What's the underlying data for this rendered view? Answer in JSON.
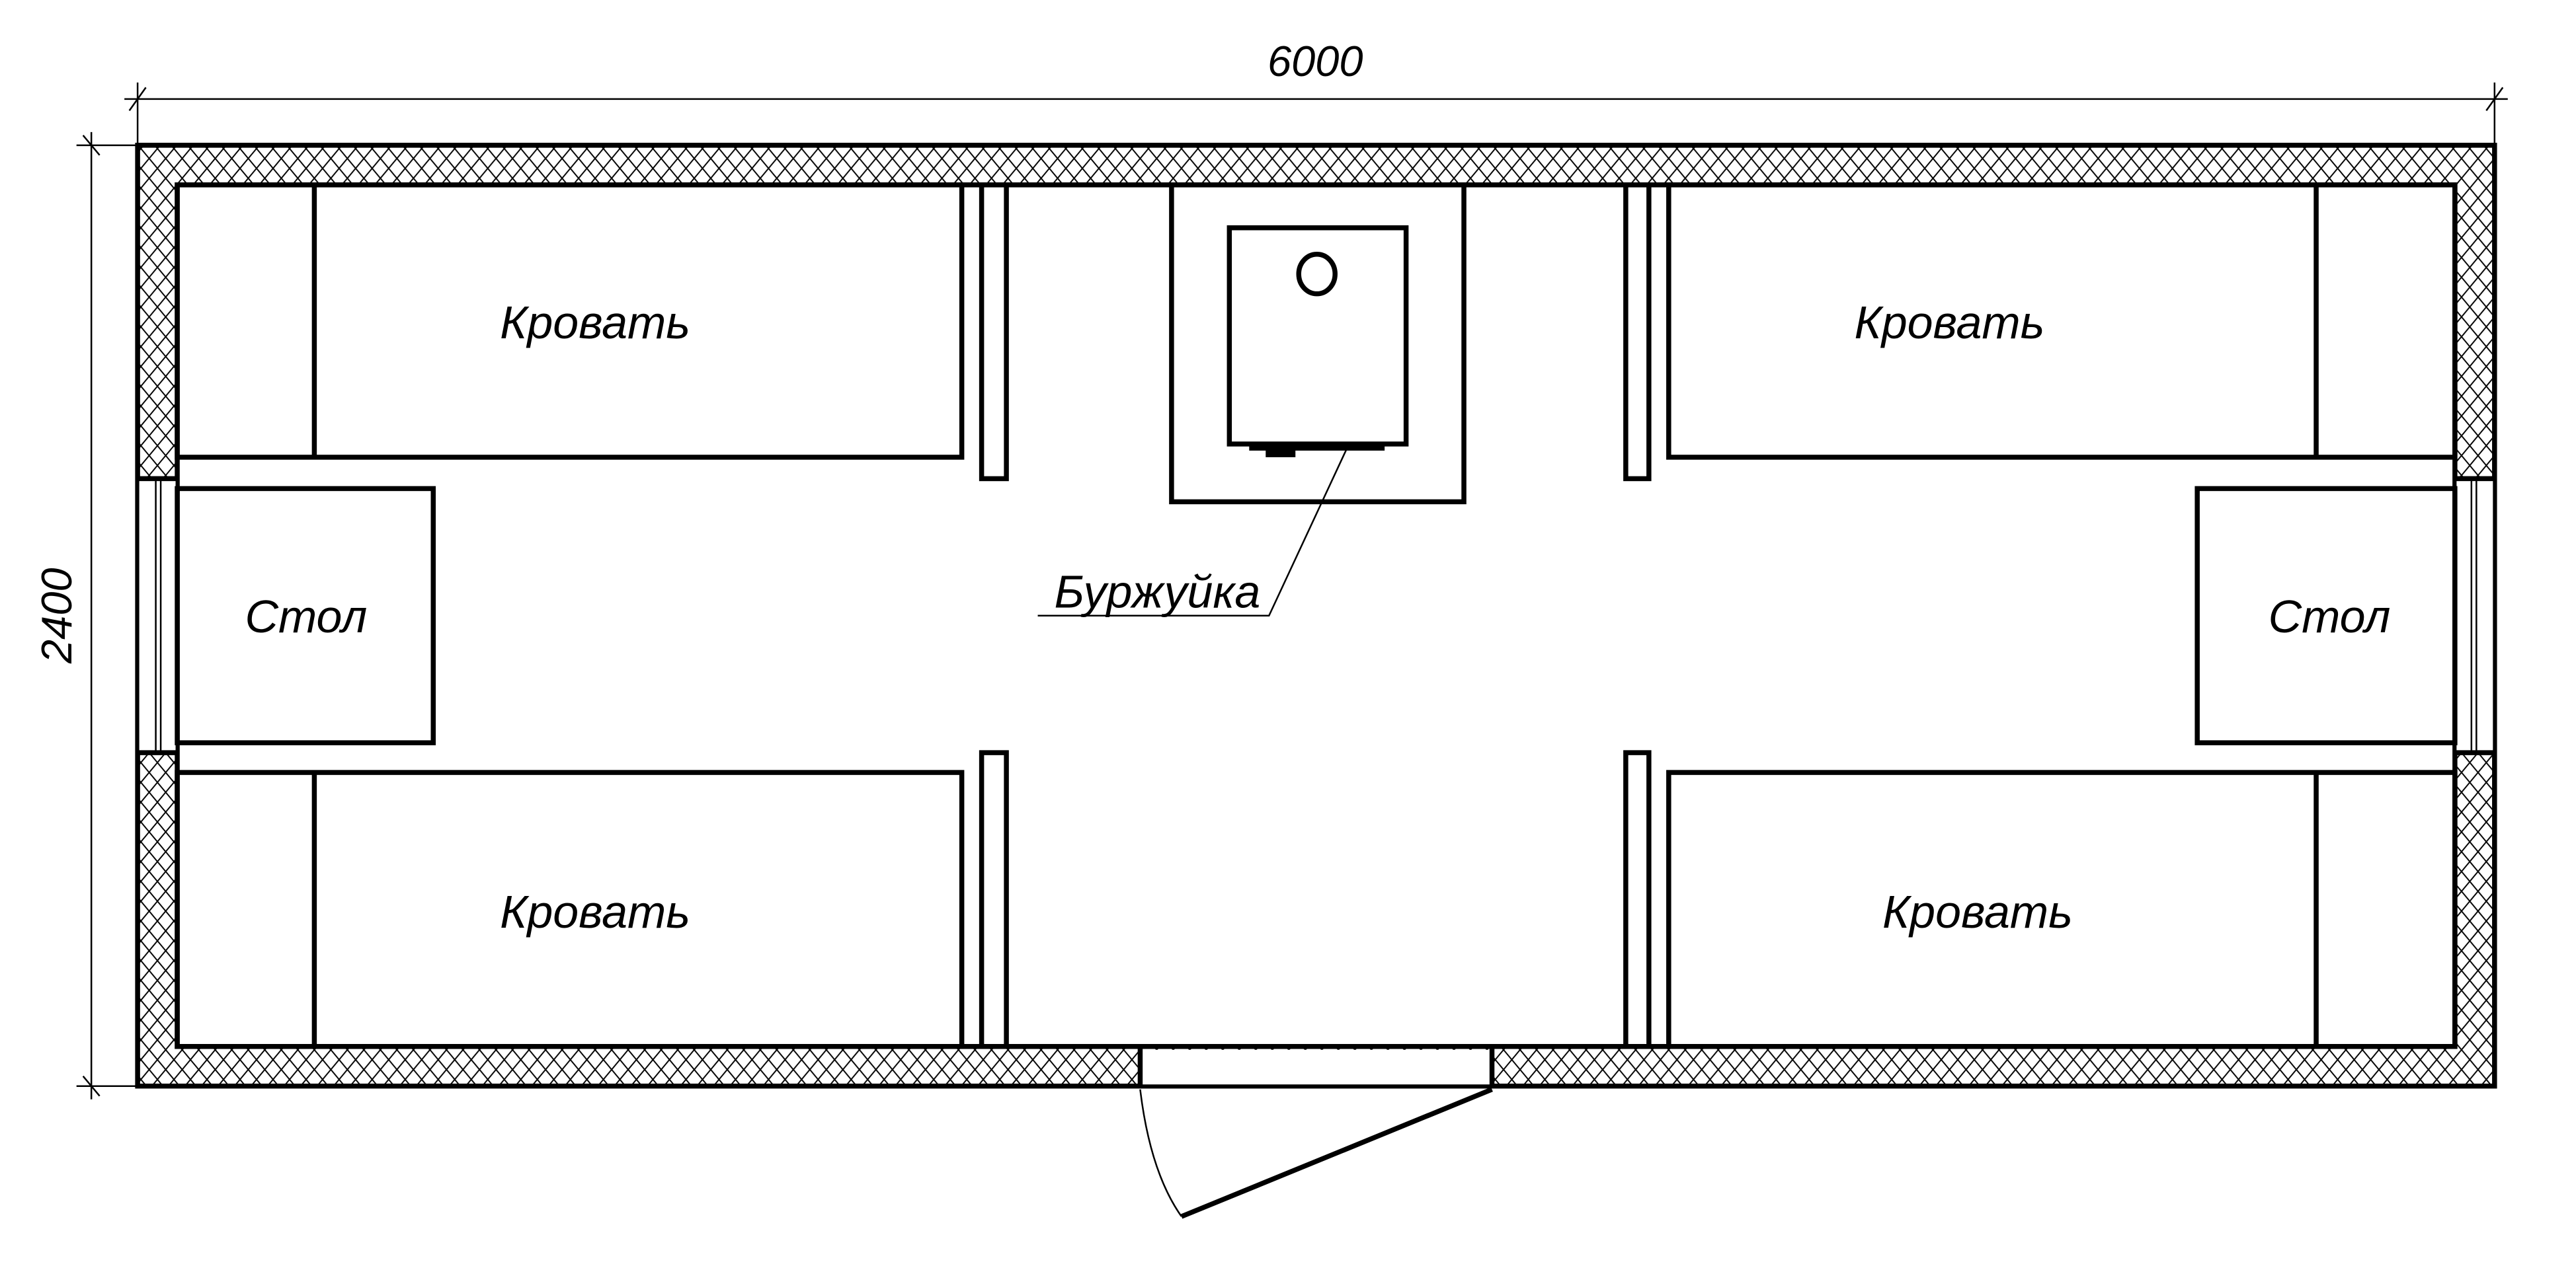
{
  "dimensions": {
    "width": "6000",
    "height": "2400"
  },
  "labels": {
    "bed_top_left": "Кровать",
    "bed_top_right": "Кровать",
    "bed_bottom_left": "Кровать",
    "bed_bottom_right": "Кровать",
    "table_left": "Стол",
    "table_right": "Стол",
    "stove": "Буржуйка"
  }
}
